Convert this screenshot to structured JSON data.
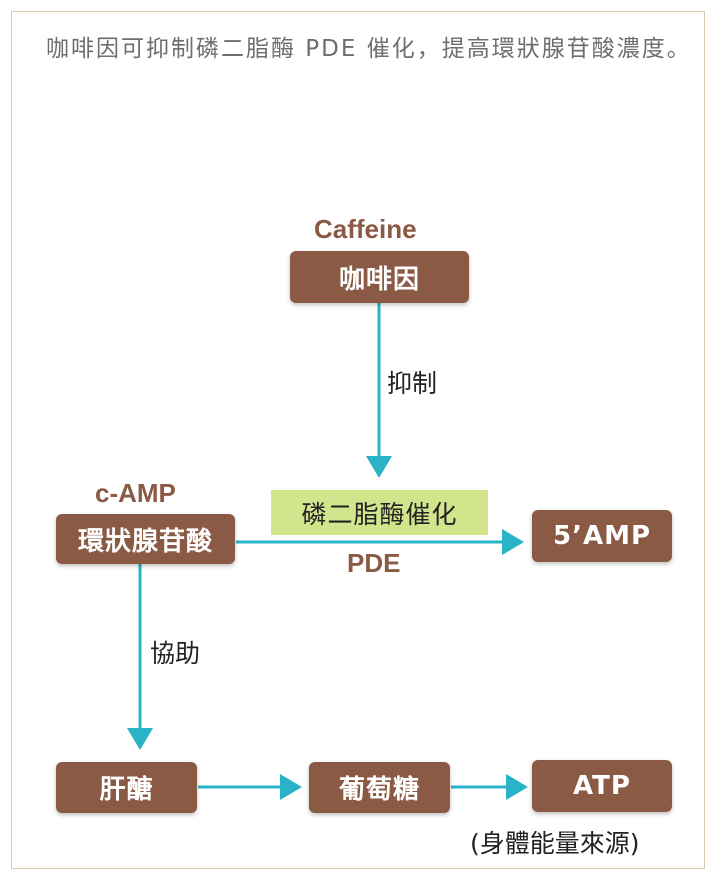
{
  "intro_text": "咖啡因可抑制磷二脂酶 PDE 催化，提高環狀腺苷酸濃度。",
  "nodes": {
    "caffeine": {
      "en": "Caffeine",
      "zh": "咖啡因"
    },
    "camp": {
      "en": "c-AMP",
      "zh": "環狀腺苷酸"
    },
    "five_amp": {
      "label": "5’AMP"
    },
    "glycogen": {
      "label": "肝醣"
    },
    "glucose": {
      "label": "葡萄糖"
    },
    "atp": {
      "label": "ATP",
      "note": "(身體能量來源)"
    }
  },
  "edges": {
    "inhibit": "抑制",
    "enzyme": "磷二脂酶催化",
    "enzyme_en": "PDE",
    "assist": "協助"
  },
  "colors": {
    "node_fill": "#8a5a44",
    "arrow": "#29b3c6",
    "enzyme_highlight": "#d2e48c",
    "frame": "#d9c6ae"
  }
}
